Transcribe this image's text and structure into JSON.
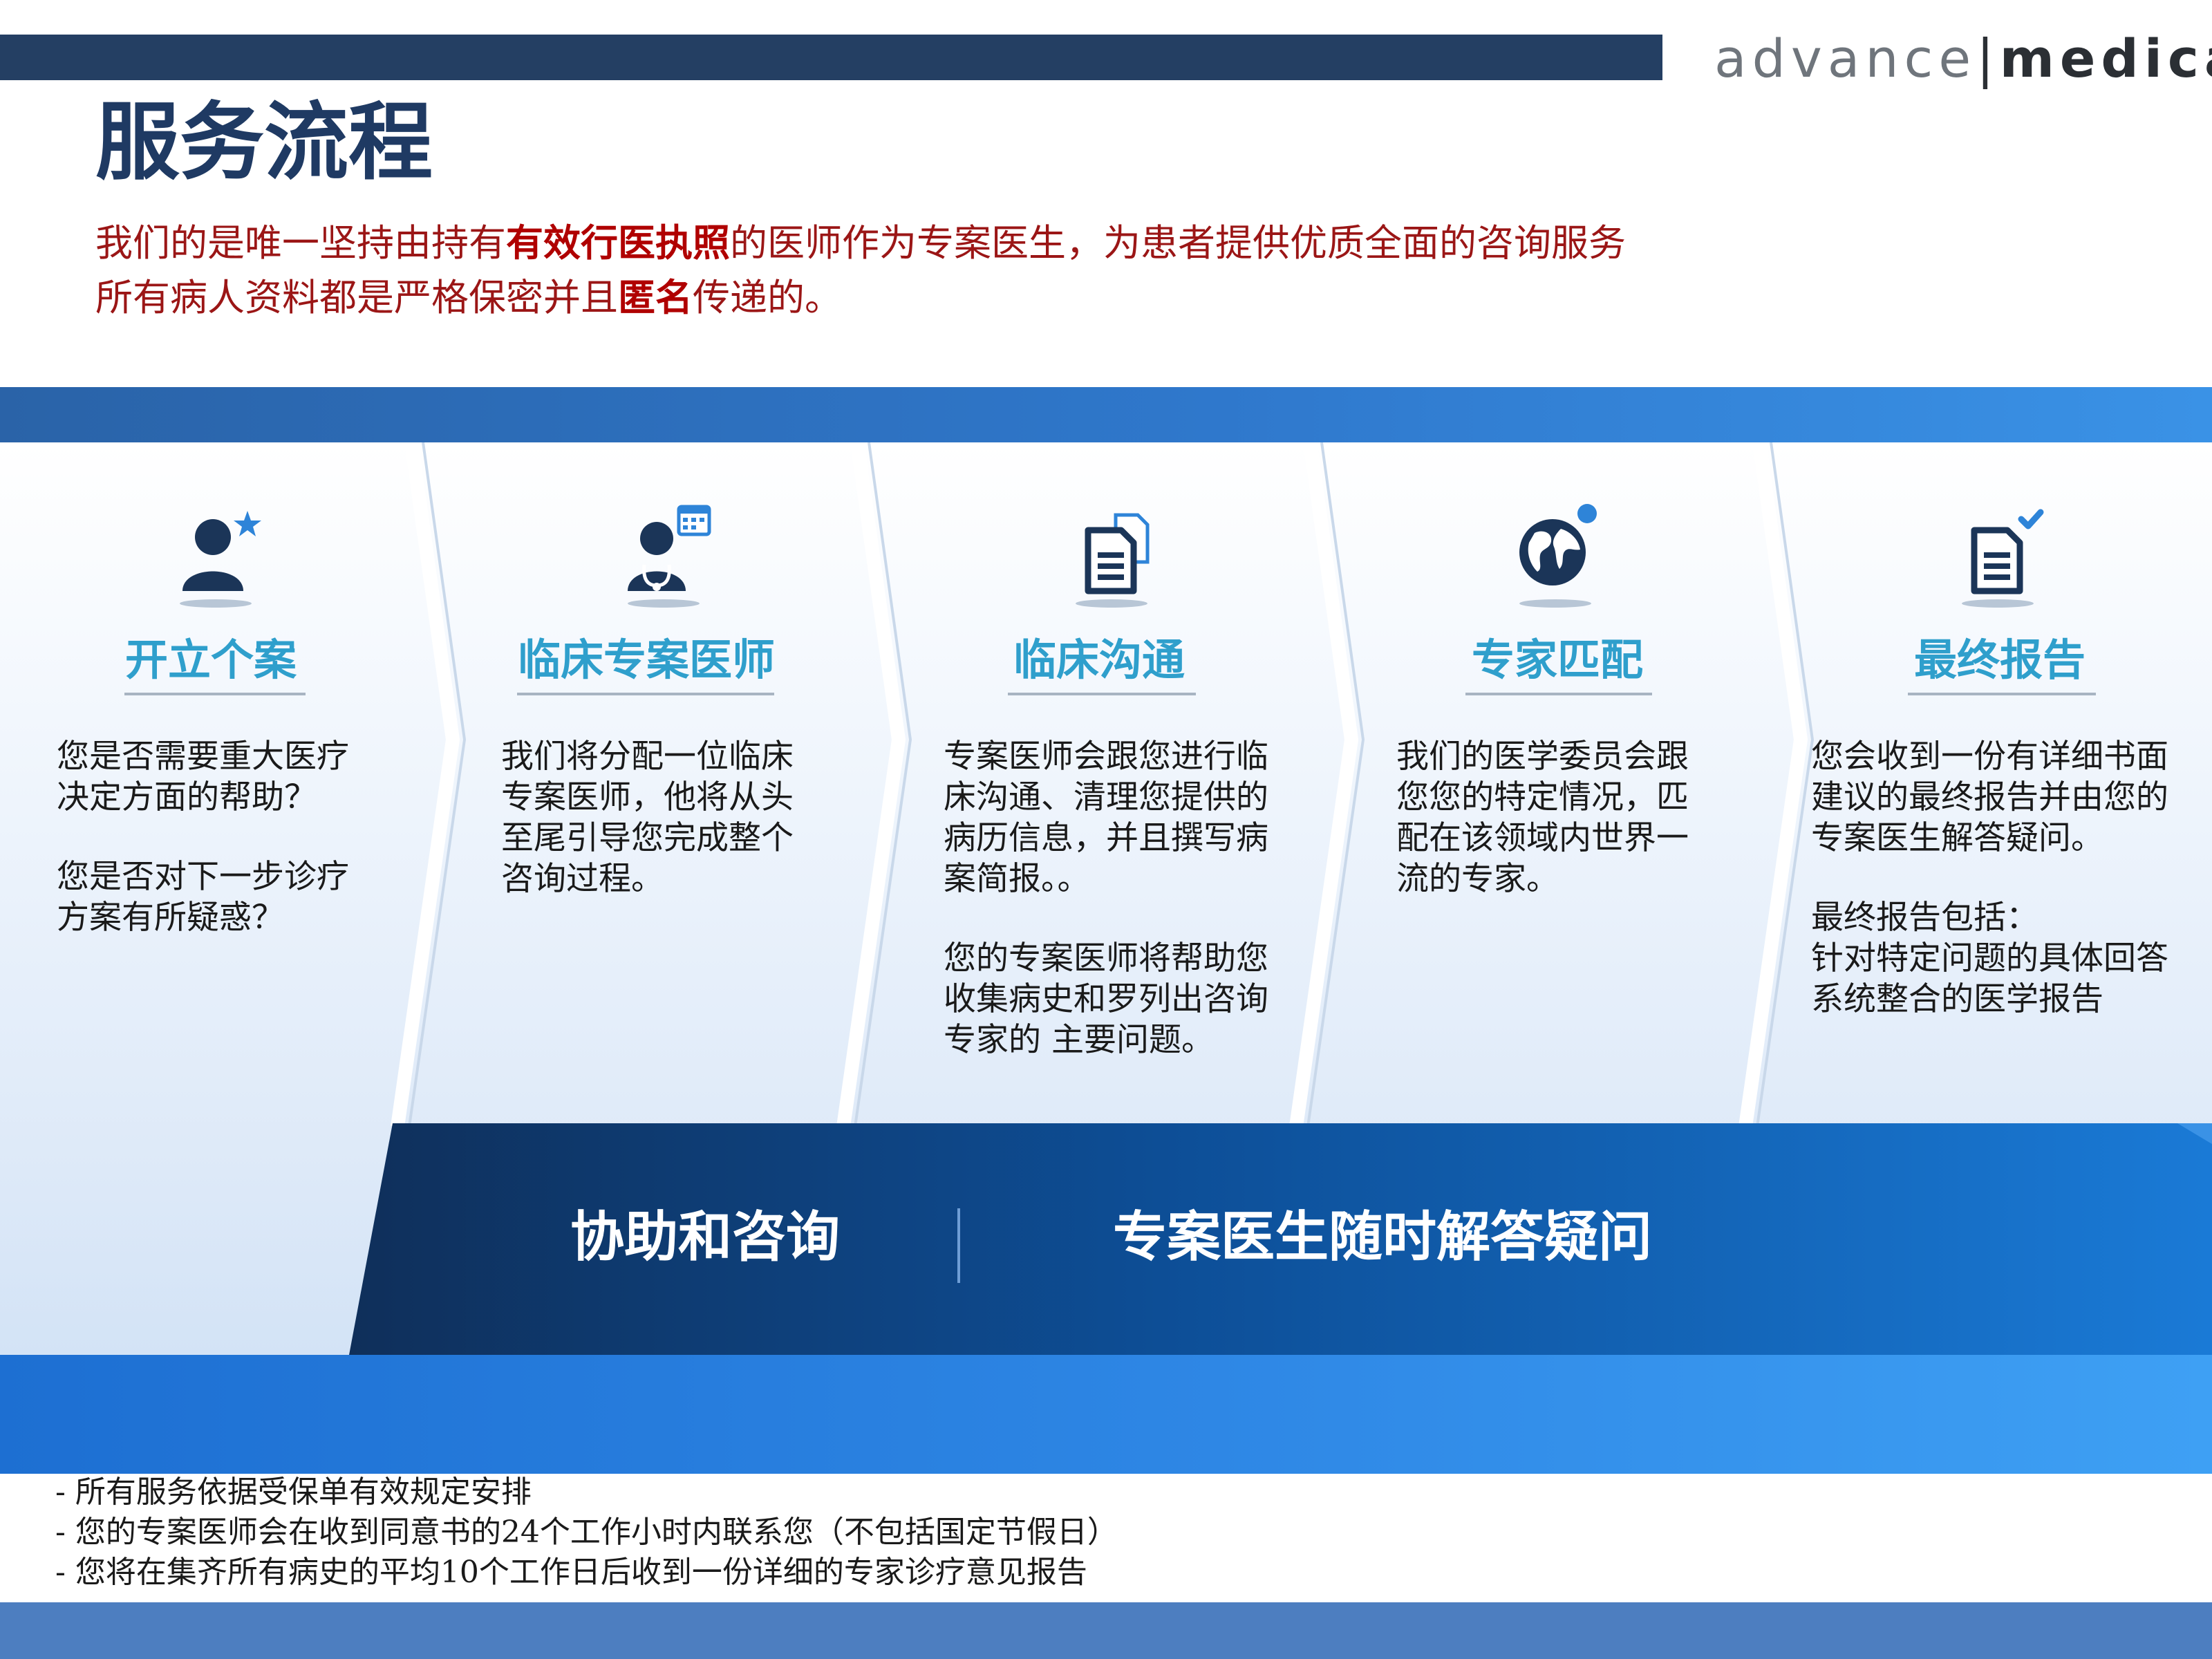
{
  "header": {
    "logo_left": "advance",
    "logo_separator": "|",
    "logo_right": "medical",
    "title": "服务流程",
    "intro_line1_a": "我们的是唯一坚持由持有",
    "intro_line1_bold": "有效行医执照",
    "intro_line1_b": "的医师作为专案医生，为患者提供优质全面的咨询服务",
    "intro_line2_a": "所有病人资料都是严格保密并且",
    "intro_line2_bold": "匿名",
    "intro_line2_b": "传递的。"
  },
  "steps": [
    {
      "icon": "user-star-icon",
      "title": "开立个案",
      "paragraphs": [
        [
          "您是否需要重大医疗",
          "决定方面的帮助？"
        ],
        [
          "您是否对下一步诊疗",
          "方案有所疑惑？"
        ]
      ]
    },
    {
      "icon": "doctor-calendar-icon",
      "title": "临床专案医师",
      "paragraphs": [
        [
          "我们将分配一位临床",
          "专案医师，他将从头",
          "至尾引导您完成整个",
          "咨询过程。"
        ]
      ]
    },
    {
      "icon": "documents-icon",
      "title": "临床沟通",
      "paragraphs": [
        [
          "专案医师会跟您进行临",
          "床沟通、清理您提供的",
          "病历信息，并且撰写病",
          "案简报。。"
        ],
        [
          "您的专案医师将帮助您",
          "收集病史和罗列出咨询",
          "专家的 主要问题。"
        ]
      ]
    },
    {
      "icon": "globe-icon",
      "title": "专家匹配",
      "paragraphs": [
        [
          "我们的医学委员会跟",
          "您您的特定情况，匹",
          "配在该领域内世界一",
          "流的专家。"
        ]
      ]
    },
    {
      "icon": "document-check-icon",
      "title": "最终报告",
      "paragraphs": [
        [
          "您会收到一份有详细书面",
          "建议的最终报告并由您的",
          "专案医生解答疑问。"
        ],
        [
          "最终报告包括：",
          "针对特定问题的具体回答",
          "系统整合的医学报告"
        ]
      ]
    }
  ],
  "action_bar": {
    "left_label": "协助和咨询",
    "right_label": "专案医生随时解答疑问"
  },
  "notes": [
    "- 所有服务依据受保单有效规定安排",
    "- 您的专案医师会在收到同意书的24个工作小时内联系您（不包括国定节假日）",
    "- 您将在集齐所有病史的平均10个工作日后收到一份详细的专家诊疗意见报告"
  ],
  "colors": {
    "navy": "#243f63",
    "step_title": "#2f9fcc",
    "intro_red": "#9b1616",
    "band_blue": "#2f78cc"
  }
}
